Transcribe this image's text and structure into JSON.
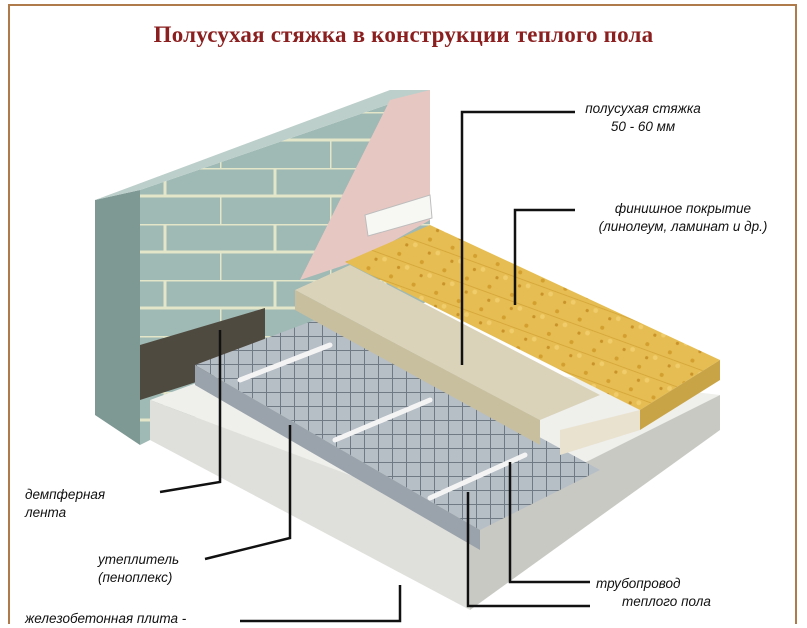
{
  "title": "Полусухая стяжка в конструкции теплого пола",
  "labels": {
    "screed": {
      "line1": "полусухая стяжка",
      "line2": "50 - 60 мм"
    },
    "finish": {
      "line1": "финишное покрытие",
      "line2": "(линолеум, ламинат и др.)"
    },
    "damper": {
      "line1": "демпферная",
      "line2": "лента"
    },
    "insulation": {
      "line1": "утеплитель",
      "line2": "(пеноплекс)"
    },
    "slab": {
      "line1": "железобетонная плита -"
    },
    "pipe": {
      "line1": "трубопровод",
      "line2": "теплого пола"
    }
  },
  "colors": {
    "title": "#8b1e1e",
    "frame": "#b07b4a",
    "wall": "#9db6b1",
    "plaster": "#e8c9c4",
    "finish": "#e3b94f",
    "screed": "#d9d1b8",
    "slab": "#e9e9e6",
    "insulation_mesh": "#8f9aa3"
  }
}
